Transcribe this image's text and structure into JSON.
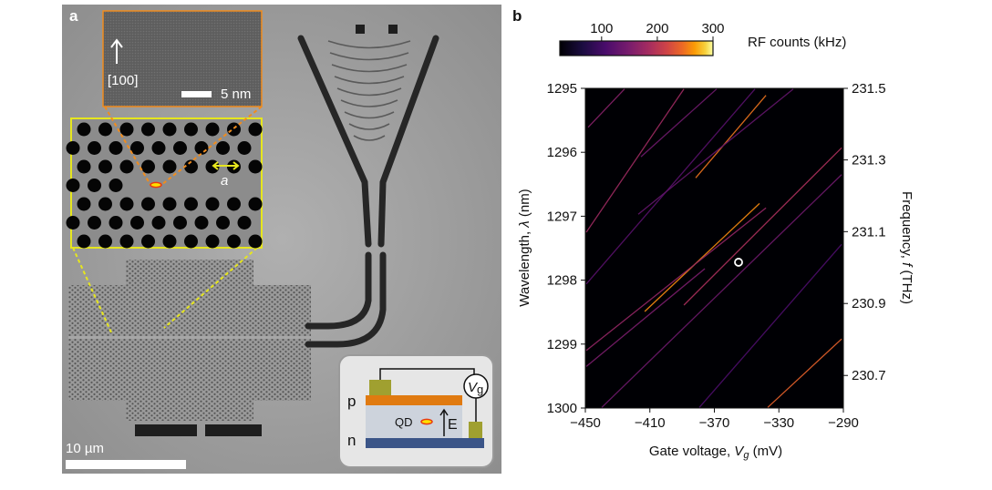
{
  "panel_a": {
    "label": "a",
    "tem_inset": {
      "direction_label": "[100]",
      "scale_label": "5 nm"
    },
    "phc_inset": {
      "lattice_label": "a"
    },
    "scale_bar_label": "10 µm",
    "device_schematic": {
      "p_label": "p",
      "n_label": "n",
      "qd_label": "QD",
      "field_label": "E",
      "voltage_label_main": "V",
      "voltage_label_sub": "g"
    },
    "colors": {
      "p_layer": "#e07a10",
      "n_layer": "#3b5588",
      "contact": "#a0a030",
      "inset_outline_tem": "#f08c1e",
      "inset_outline_phc": "#e6e61e"
    }
  },
  "chart_data": {
    "panel_label": "b",
    "type": "heatmap",
    "xlabel": {
      "prefix": "Gate voltage, ",
      "var": "V",
      "sub": "g",
      "unit": " (mV)"
    },
    "ylabel": {
      "prefix": "Wavelength, ",
      "var": "λ",
      "unit": " (nm)"
    },
    "y2label": {
      "prefix": "Frequency, ",
      "var": "f",
      "unit": " (THz)"
    },
    "xlim": [
      -450,
      -290
    ],
    "ylim": [
      1295,
      1300
    ],
    "y_inverted": true,
    "xticks": [
      "−450",
      "−410",
      "−370",
      "−330",
      "−290"
    ],
    "xtick_values": [
      -450,
      -410,
      -370,
      -330,
      -290
    ],
    "yticks": [
      "1295",
      "1296",
      "1297",
      "1298",
      "1299",
      "1300"
    ],
    "ytick_values": [
      1295,
      1296,
      1297,
      1298,
      1299,
      1300
    ],
    "y2ticks": [
      "231.5",
      "231.3",
      "231.1",
      "230.9",
      "230.7"
    ],
    "y2tick_values": [
      231.5,
      231.3,
      231.1,
      230.9,
      230.7
    ],
    "colorbar": {
      "label": "RF counts (kHz)",
      "ticks": [
        "100",
        "200",
        "300"
      ],
      "tick_values": [
        100,
        200,
        300
      ],
      "range": [
        25,
        300
      ],
      "colormap": "inferno"
    },
    "background_counts": 0,
    "streaks": [
      {
        "vg": [
          -449.4,
          -388.9
        ],
        "wavelength": [
          1297.25,
          1295.01
        ],
        "counts": 180
      },
      {
        "vg": [
          -448.3,
          -425.7
        ],
        "wavelength": [
          1295.61,
          1295.01
        ],
        "counts": 160
      },
      {
        "vg": [
          -449.4,
          -344.8
        ],
        "wavelength": [
          1298.06,
          1295.01
        ],
        "counts": 120
      },
      {
        "vg": [
          -381.6,
          -338.0
        ],
        "wavelength": [
          1296.4,
          1295.11
        ],
        "counts": 250
      },
      {
        "vg": [
          -413.2,
          -342.0
        ],
        "wavelength": [
          1298.49,
          1296.8
        ],
        "counts": 260
      },
      {
        "vg": [
          -388.9,
          -291.1
        ],
        "wavelength": [
          1298.39,
          1295.93
        ],
        "counts": 190
      },
      {
        "vg": [
          -449.4,
          -338.0
        ],
        "wavelength": [
          1299.1,
          1296.87
        ],
        "counts": 170
      },
      {
        "vg": [
          -439.8,
          -291.1
        ],
        "wavelength": [
          1299.99,
          1296.35
        ],
        "counts": 140
      },
      {
        "vg": [
          -336.9,
          -291.1
        ],
        "wavelength": [
          1299.99,
          1298.92
        ],
        "counts": 240
      },
      {
        "vg": [
          -379.3,
          -291.1
        ],
        "wavelength": [
          1299.99,
          1297.44
        ],
        "counts": 110
      },
      {
        "vg": [
          -449.4,
          -375.9
        ],
        "wavelength": [
          1299.35,
          1297.82
        ],
        "counts": 150
      },
      {
        "vg": [
          -417.2,
          -321.1
        ],
        "wavelength": [
          1296.97,
          1295.01
        ],
        "counts": 130
      },
      {
        "vg": [
          -415.5,
          -368.6
        ],
        "wavelength": [
          1296.07,
          1295.01
        ],
        "counts": 140
      }
    ],
    "marker": {
      "vg": -355,
      "wavelength": 1297.72,
      "style": "open white circle"
    }
  }
}
